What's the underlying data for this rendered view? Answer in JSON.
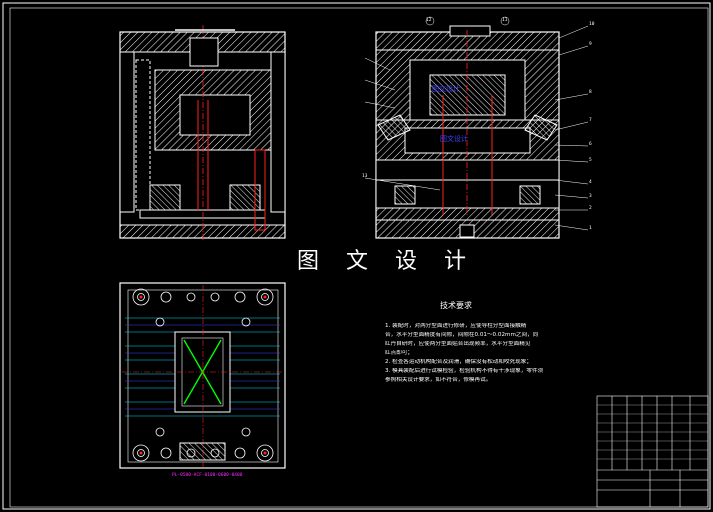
{
  "watermark": "图 文 设 计",
  "section_label": "",
  "notes": {
    "title": "技术要求",
    "lines": [
      "1. 装配时，对两分型面进行修研，应使导柱分型面接触精",
      "合，水平分型面精度有间隙，间隙在0.01～0.02mm之间，同",
      "红丹自研时，应使两分型面贴合出现频率，水平分型面精见",
      "红点即可；",
      "2. 检查各运动机构配合及润滑，确保没有松动和咬死现象；",
      "3. 模具装配后进行试模检验，检验机构不得有干涉现象，零件须",
      "参照相关设计要求，如不符合，修模再试。"
    ]
  },
  "bottom_caption": "PL-0500-ACF-0100-0600-0400",
  "front_view": {
    "callouts": [
      "12",
      "11",
      "10",
      "9",
      "8",
      "7",
      "6",
      "5",
      "4",
      "3",
      "2",
      "1",
      "13"
    ],
    "overlay_text": [
      "图文设计",
      "图文设计"
    ]
  },
  "colors": {
    "background": "#000000",
    "outline": "#ffffff",
    "hatch": "#ffffff",
    "centerline": "#ff2020",
    "dimension": "#00e0ff",
    "green": "#00ff00",
    "magenta": "#ff2bff",
    "blue": "#4040ff"
  }
}
